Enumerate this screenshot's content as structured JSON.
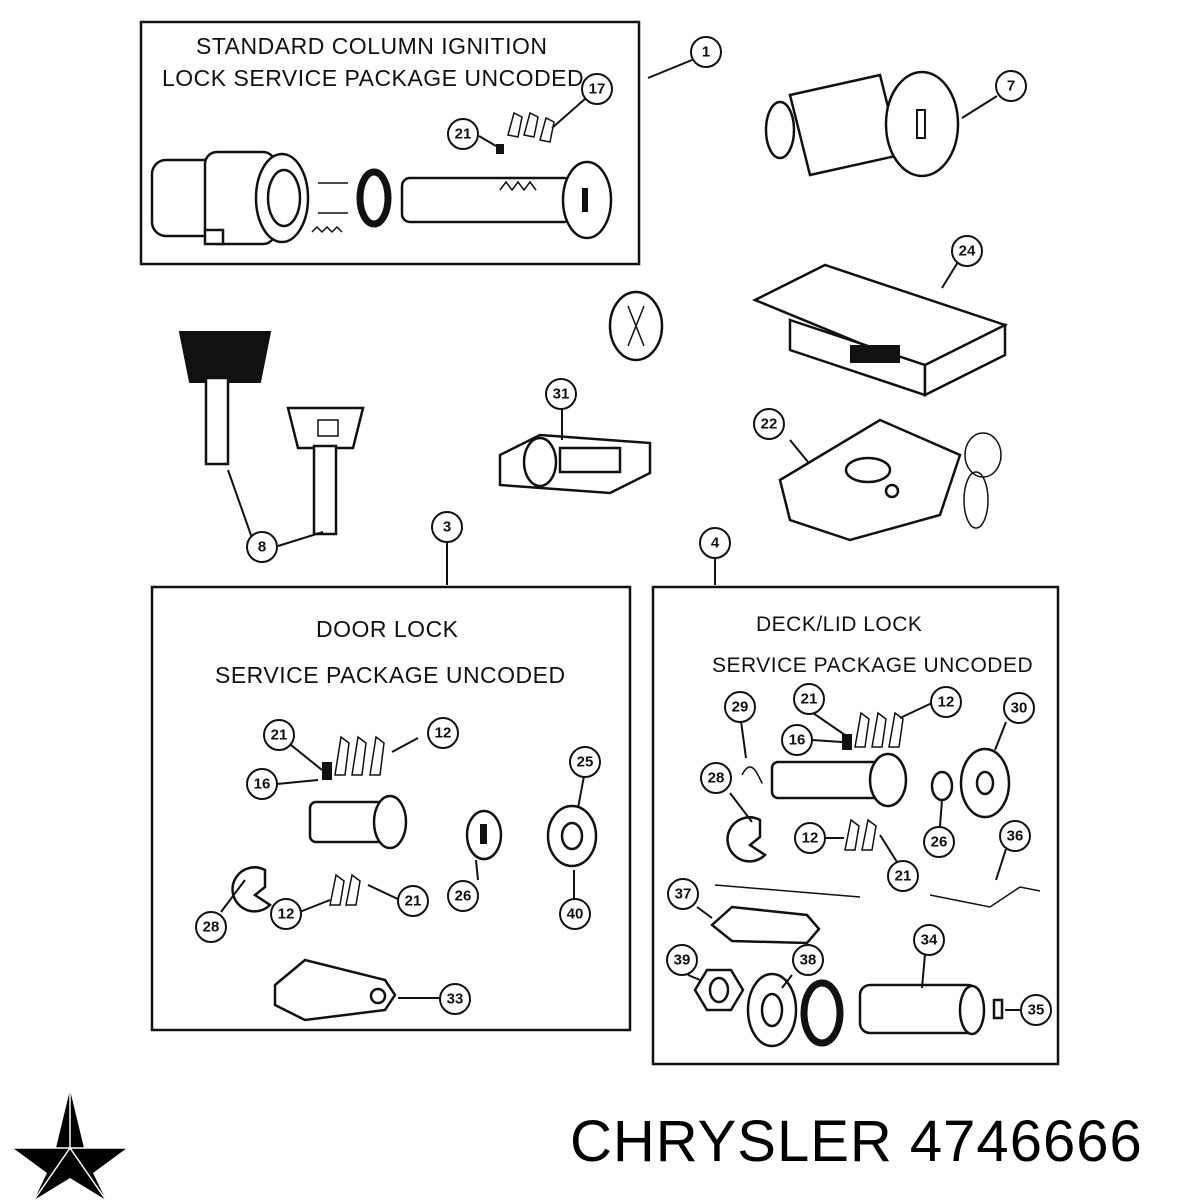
{
  "panels": {
    "ignition": {
      "line1": "STANDARD COLUMN IGNITION",
      "line2": "LOCK SERVICE PACKAGE UNCODED"
    },
    "door": {
      "line1": "DOOR LOCK",
      "line2": "SERVICE PACKAGE UNCODED"
    },
    "deck": {
      "line1": "DECK/LID LOCK",
      "line2": "SERVICE PACKAGE UNCODED"
    }
  },
  "callouts": {
    "c1": "1",
    "c7": "7",
    "c17": "17",
    "c21a": "21",
    "c24": "24",
    "c31": "31",
    "c22": "22",
    "c8": "8",
    "c3": "3",
    "c4": "4",
    "d21a": "21",
    "d12a": "12",
    "d16": "16",
    "d25": "25",
    "d26": "26",
    "d21b": "21",
    "d12b": "12",
    "d28": "28",
    "d40": "40",
    "d33": "33",
    "k29": "29",
    "k21a": "21",
    "k12a": "12",
    "k16": "16",
    "k30": "30",
    "k28": "28",
    "k12b": "12",
    "k26": "26",
    "k21b": "21",
    "k36": "36",
    "k37": "37",
    "k39": "39",
    "k38": "38",
    "k34": "34",
    "k35": "35"
  },
  "brand": {
    "text": "CHRYSLER 4746666",
    "logo": "chrysler-pentastar-logo"
  }
}
